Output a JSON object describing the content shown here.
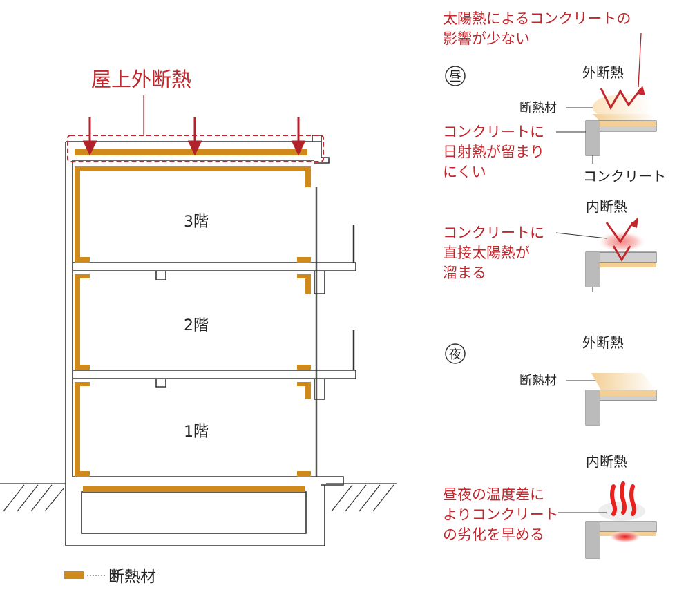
{
  "colors": {
    "accent_red": "#c1272d",
    "insulation": "#d08a1c",
    "concrete_outline": "#333333",
    "concrete_fill": "#cfcfcf",
    "outer_insulation_fill": "#f6d9a8",
    "heat_glow": "#e8201e"
  },
  "building": {
    "roof_label": "屋上外断熱",
    "floors": [
      "3階",
      "2階",
      "1階"
    ],
    "legend_label": "断熱材"
  },
  "top_note": {
    "line1": "太陽熱によるコンクリートの",
    "line2": "影響が少ない"
  },
  "day": {
    "badge": "昼",
    "outer_title": "外断熱",
    "material_label": "断熱材",
    "outer_note": [
      "コンクリートに",
      "日射熱が留まり",
      "にくい"
    ],
    "concrete_label": "コンクリート",
    "inner_title": "内断熱",
    "inner_note": [
      "コンクリートに",
      "直接太陽熱が",
      "溜まる"
    ]
  },
  "night": {
    "badge": "夜",
    "outer_title": "外断熱",
    "material_label": "断熱材",
    "inner_title": "内断熱",
    "inner_note": [
      "昼夜の温度差に",
      "よりコンクリート",
      "の劣化を早める"
    ]
  },
  "icons": [
    "sun-heat-arrow-icon",
    "heat-wave-icon",
    "down-arrow-icon"
  ]
}
